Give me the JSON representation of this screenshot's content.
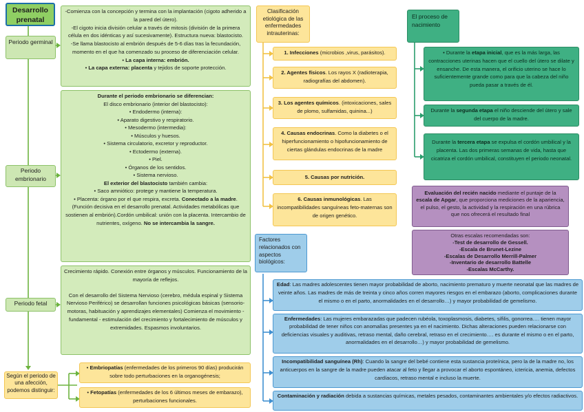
{
  "title": {
    "line1": "Desarrollo",
    "line2": "prenatal"
  },
  "germinal": {
    "label": "Periodo germinal",
    "lines": [
      "-Comienza con la concepción y termina con la implantación (cigoto adherido a la pared del útero).",
      "-El cigoto inicia división celular a través de mitosis (división de la primera célula en dos idénticas y así sucesivamente). Estructura nueva: blastocisto.",
      "-Se llama blastocisto al embrión después de 5-6 días tras la fecundación, momento en el que ha comenzado su proceso de diferenciación celular."
    ],
    "internal": "La capa interna: embrión.",
    "external_bold": "La capa externa: placenta",
    "external_rest": " y tejidos de soporte protección."
  },
  "embrionario": {
    "label": "Periodo embrionario",
    "heading": "Durante el periodo embrionario se diferencian:",
    "disc": "El disco embrionario (interior del blastocisto):",
    "items": [
      "• Endodermo (interna):",
      "• Aparato digestivo y respiratorio.",
      "• Mesodermo (intermedia):",
      "• Músculos y huesos.",
      "• Sistema circulatorio, excretor y reproductor.",
      "• Ectodermo (externa).",
      "• Piel.",
      "• Órganos de los sentidos.",
      "• Sistema nervioso."
    ],
    "exterior_bold": "El exterior del blastocisto",
    "exterior_rest": " también cambia:",
    "saco": "• Saco amniótico: protege y mantiene la temperatura.",
    "placenta_a": "• Placenta: órgano por el que respira, excreta. ",
    "placenta_b": "Conectado a la madre",
    "placenta_c": ". (Función decisiva en el desarrollo prenatal. Actividades metabólicas que sostienen al embrión).Cordón umbilical: unión con la placenta. Intercambio de nutrientes, oxígeno. ",
    "placenta_d": "No se intercambia la sangre."
  },
  "fetal": {
    "label": "Periodo fetal",
    "p1": "Crecimiento rápido. Conexión entre órganos y músculos. Funcionamiento de la mayoría de reflejos.",
    "p2": "Con el desarrollo del Sistema Nervioso (cerebro, médula espinal y Sistema Nervioso Periférico) se desarrollan funciones psicológicas básicas (sensorio-motoras, habituación y aprendizajes elementales) Comienza el movimiento - fundamental - estimulación del crecimiento y fortalecimiento de músculos y extremidades. Espasmos involuntarios."
  },
  "afeccion": {
    "label": "Según el periodo de una afección, podemos distinguir:",
    "embrio_bold": "Embriopatías",
    "embrio_rest": " (enfermedades de los primeros 90 días) producirán sobre todo perturbaciones en la organogénesis;",
    "feto_bold": "Fetopatías",
    "feto_rest": " (enfermedades de los 6 últimos meses de embarazo), perturbaciones funcionales."
  },
  "clasificacion": {
    "label": "Clasificación etiológica de las enfermedades intrauterinas:",
    "items": [
      {
        "bold": "1. Infecciones",
        "rest": " (microbios ,virus, parásitos)."
      },
      {
        "bold": "2. Agentes físicos",
        "rest": ". Los rayos X (radioterapia, radiografías del abdomen)."
      },
      {
        "bold": "3. Los agentes químicos",
        "rest": ". (intoxicaciones, sales de plomo, sulfamidas, quinina...)"
      },
      {
        "bold": "4. Causas endocrinas",
        "rest": ". Como la diabetes o el hiperfuncionamiento o hipofuncionamiento de ciertas glándulas endocrinas de la madre"
      },
      {
        "bold": "5. Causas por nutrición.",
        "rest": ""
      },
      {
        "bold": "6. Causas inmunológicas",
        "rest": ". Las incompatibilidades sanguíneas feto-maternas son de origen genético."
      }
    ]
  },
  "nacimiento": {
    "label": "El proceso de nacimiento",
    "s1_a": "• Durante la ",
    "s1_b": "etapa inicial",
    "s1_c": ", que es la más larga, las contracciones uterinas hacen que el cuello del útero se dilate y ensanche. De esta manera, el orificio uterino se hace lo suficientemente grande como para que la cabeza del niño pueda pasar a través de él.",
    "s2_a": "Durante la ",
    "s2_b": "segunda etapa",
    "s2_c": " el niño desciende del útero y sale del cuerpo de la madre.",
    "s3_a": "Durante la ",
    "s3_b": "tercera etapa",
    "s3_c": " se expulsa el cordón umbilical y la placenta. Las dos primeras semanas de vida, hasta que cicatriza el cordón umbilical, constituyen el periodo neonatal."
  },
  "evaluacion": {
    "a": "Evaluación del recién nacido",
    "b": " mediante el puntaje de la ",
    "c": "escala de Apgar",
    "d": ", que proporciona mediciones de la apariencia, el pulso, el gesto, la actividad y la respiración en una rúbrica que nos ofrecerá el resultado final"
  },
  "escalas": {
    "intro": "Otras escalas recomendadas son:",
    "items": [
      "-Test de desarrollo de Gessell.",
      "-Escala de Brunet-Lezine",
      "-Escalas de Desarrollo Merrill-Palmer",
      "-Inventario de desarrollo Battelle",
      "-Escalas McCarthy."
    ]
  },
  "factores": {
    "label": "Factores relacionados con aspectos biológicos:",
    "items": [
      {
        "bold": "Edad",
        "rest": ": Las madres adolescentes tienen mayor probabilidad de aborto, nacimiento prematuro y muerte neonatal que las madres de veinte años. Las madres de más de treinta y cinco años corren mayores riesgos en el embarazo (aborto, complicaciones durante el mismo o en el parto, anormalidades en el desarrollo…) y mayor probabilidad de gemelismo."
      },
      {
        "bold": "Enfermedades",
        "rest": ": Las mujeres embarazadas que padecen rubéola, toxoplasmosis, diabetes, sífilis, gonorrea…. tienen mayor probabilidad de tener niños con anomalías presentes ya en el nacimiento. Dichas alteraciones pueden relacionarse con deficiencias visuales y auditivas, retraso mental, daño cerebral, retraso en el crecimiento…. es durante el mismo o en el parto, anormalidades en el desarrollo…) y mayor probabilidad de gemelismo."
      },
      {
        "bold": "Incompatibilidad sanguínea (Rh)",
        "rest": ": Cuando la sangre del bebé contiene esta sustancia proteínica, pero la de la madre no, los anticuerpos en la sangre de la madre pueden atacar al feto y llegar a provocar el aborto espontáneo, ictericia, anemia, defectos cardíacos, retraso mental e incluso la muerte."
      },
      {
        "bold": "Contaminación y radiación",
        "rest": " debida a sustancias químicas, metales pesados, contaminantes ambientales y/o efectos radiactivos."
      }
    ]
  },
  "colors": {
    "green_line": "#6db33f",
    "yellow_line": "#f2c144",
    "blue_line": "#3f8fd0",
    "teal_line": "#2a9d6c"
  }
}
